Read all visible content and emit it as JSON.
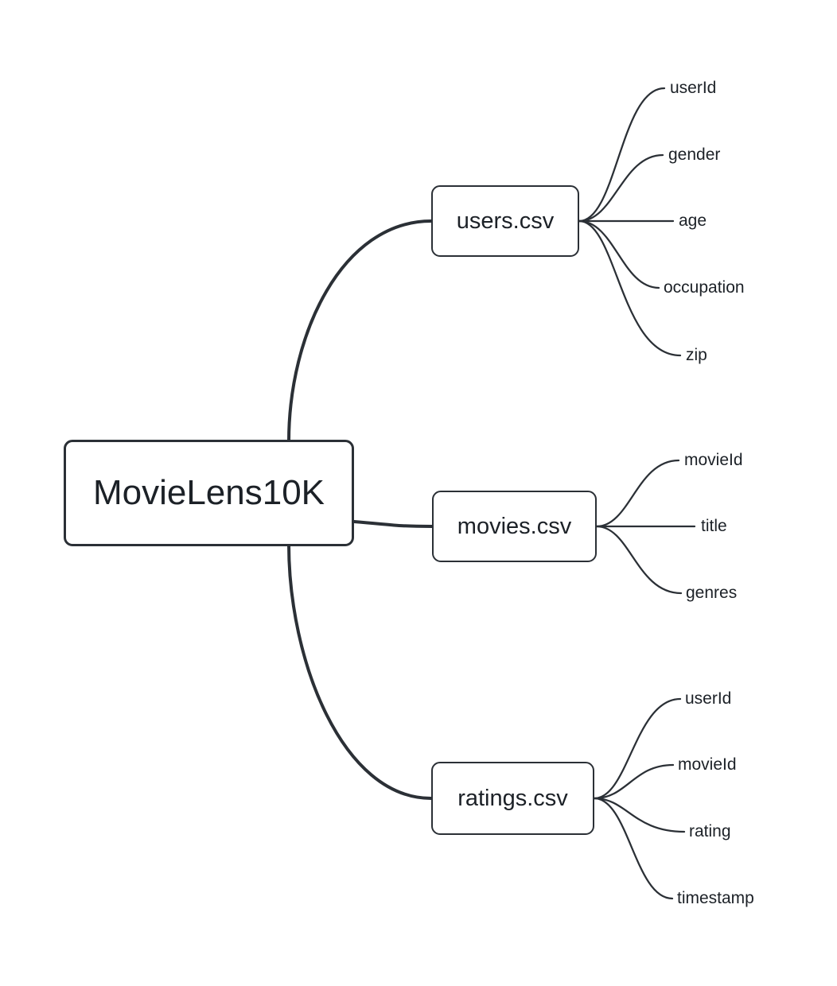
{
  "diagram": {
    "type": "mindmap",
    "root": {
      "label": "MovieLens10K"
    },
    "files": [
      {
        "label": "users.csv",
        "fields": [
          "userId",
          "gender",
          "age",
          "occupation",
          "zip"
        ]
      },
      {
        "label": "movies.csv",
        "fields": [
          "movieId",
          "title",
          "genres"
        ]
      },
      {
        "label": "ratings.csv",
        "fields": [
          "userId",
          "movieId",
          "rating",
          "timestamp"
        ]
      }
    ],
    "colors": {
      "stroke": "#2b3036",
      "text": "#1c2127",
      "node_fill": "#ffffff",
      "background": "#ffffff"
    }
  }
}
